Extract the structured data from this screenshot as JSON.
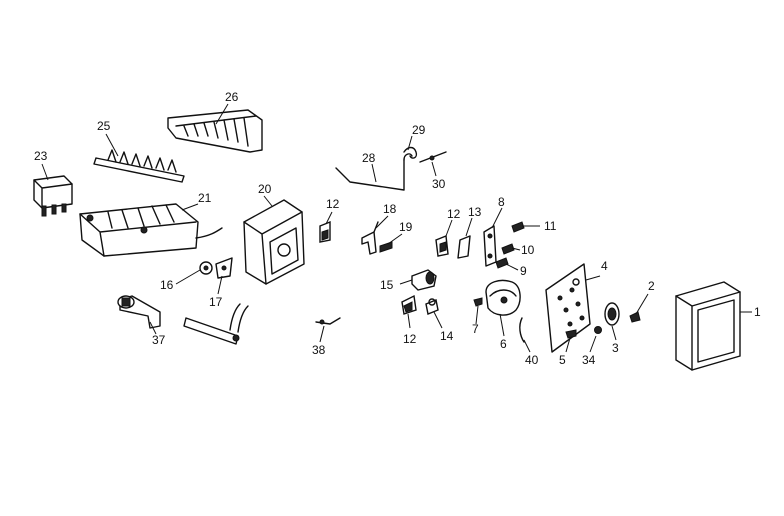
{
  "diagram": {
    "callouts": [
      {
        "key": "c1",
        "text": "1"
      },
      {
        "key": "c2",
        "text": "2"
      },
      {
        "key": "c3",
        "text": "3"
      },
      {
        "key": "c4",
        "text": "4"
      },
      {
        "key": "c5",
        "text": "5"
      },
      {
        "key": "c6",
        "text": "6"
      },
      {
        "key": "c7",
        "text": "7"
      },
      {
        "key": "c8",
        "text": "8"
      },
      {
        "key": "c9",
        "text": "9"
      },
      {
        "key": "c10",
        "text": "10"
      },
      {
        "key": "c11",
        "text": "11"
      },
      {
        "key": "c12a",
        "text": "12"
      },
      {
        "key": "c12b",
        "text": "12"
      },
      {
        "key": "c12c",
        "text": "12"
      },
      {
        "key": "c13",
        "text": "13"
      },
      {
        "key": "c14",
        "text": "14"
      },
      {
        "key": "c15",
        "text": "15"
      },
      {
        "key": "c16",
        "text": "16"
      },
      {
        "key": "c17",
        "text": "17"
      },
      {
        "key": "c18",
        "text": "18"
      },
      {
        "key": "c19",
        "text": "19"
      },
      {
        "key": "c20",
        "text": "20"
      },
      {
        "key": "c21",
        "text": "21"
      },
      {
        "key": "c23",
        "text": "23"
      },
      {
        "key": "c25",
        "text": "25"
      },
      {
        "key": "c26",
        "text": "26"
      },
      {
        "key": "c28",
        "text": "28"
      },
      {
        "key": "c29",
        "text": "29"
      },
      {
        "key": "c30",
        "text": "30"
      },
      {
        "key": "c34",
        "text": "34"
      },
      {
        "key": "c37",
        "text": "37"
      },
      {
        "key": "c38",
        "text": "38"
      },
      {
        "key": "c40",
        "text": "40"
      }
    ]
  }
}
